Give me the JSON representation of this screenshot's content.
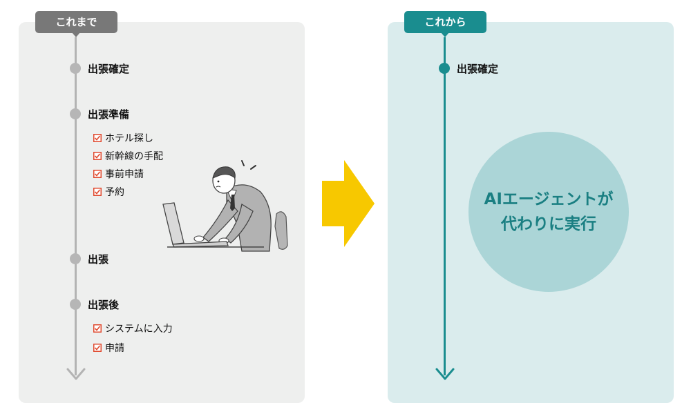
{
  "before": {
    "tag": "これまで",
    "stages": {
      "confirm": "出張確定",
      "prep": "出張準備",
      "trip": "出張",
      "after": "出張後"
    },
    "prep_tasks": [
      "ホテル探し",
      "新幹線の手配",
      "事前申請",
      "予約"
    ],
    "after_tasks": [
      "システムに入力",
      "申請"
    ]
  },
  "after": {
    "tag": "これから",
    "stage_confirm": "出張確定",
    "agent_line1": "AIエージェントが",
    "agent_line2": "代わりに実行"
  },
  "colors": {
    "teal": "#1a8d8f",
    "grey_tag": "#787878",
    "arrow_yellow": "#f7c800",
    "check_red": "#e04a2f"
  },
  "icons": [
    "checkbox-check-icon",
    "right-arrow-icon",
    "down-arrow-icon",
    "worried-worker-illustration"
  ]
}
